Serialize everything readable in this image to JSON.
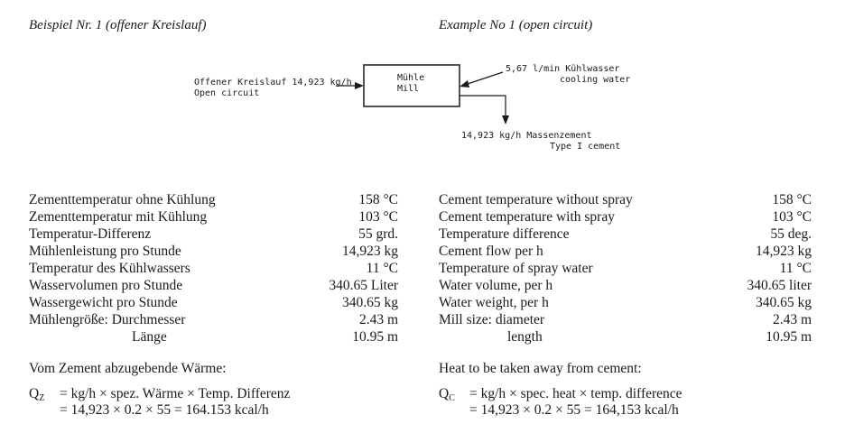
{
  "titles": {
    "de": "Beispiel Nr. 1 (offener Kreislauf)",
    "en": "Example No 1 (open circuit)"
  },
  "diagram": {
    "input_de": "Offener Kreislauf 14,923 kg/h",
    "input_en": "Open circuit",
    "mill_de": "Mühle",
    "mill_en": "Mill",
    "water_de": "5,67 l/min Kühlwasser",
    "water_en": "cooling water",
    "output_de": "14,923 kg/h Massenzement",
    "output_en": "Type I cement"
  },
  "table_de": [
    {
      "label": "Zementtemperatur ohne Kühlung",
      "value": "158 °C"
    },
    {
      "label": "Zementtemperatur mit Kühlung",
      "value": "103 °C"
    },
    {
      "label": "Temperatur-Differenz",
      "value": "55 grd."
    },
    {
      "label": "Mühlenleistung pro Stunde",
      "value": "14,923 kg"
    },
    {
      "label": "Temperatur des Kühlwassers",
      "value": "11 °C"
    },
    {
      "label": "Wasservolumen pro Stunde",
      "value": "340.65 Liter"
    },
    {
      "label": "Wassergewicht pro Stunde",
      "value": "340.65 kg"
    },
    {
      "label": "Mühlengröße: Durchmesser",
      "value": "2.43 m"
    },
    {
      "label": "Länge",
      "value": "10.95 m"
    }
  ],
  "table_en": [
    {
      "label": "Cement temperature without spray",
      "value": "158 °C"
    },
    {
      "label": "Cement temperature with spray",
      "value": "103 °C"
    },
    {
      "label": "Temperature difference",
      "value": "55 deg."
    },
    {
      "label": "Cement flow per h",
      "value": "14,923 kg"
    },
    {
      "label": "Temperature of spray water",
      "value": "11 °C"
    },
    {
      "label": "Water volume, per h",
      "value": "340.65 liter"
    },
    {
      "label": "Water weight, per h",
      "value": "340.65 kg"
    },
    {
      "label": "Mill size: diameter",
      "value": "2.43 m"
    },
    {
      "label": "length",
      "value": "10.95 m"
    }
  ],
  "heat_de": {
    "heading": "Vom Zement abzugebende Wärme:",
    "symbol": "Q",
    "subscript": "Z",
    "formula": "= kg/h × spez. Wärme × Temp. Differenz",
    "result": "= 14,923 × 0.2 × 55 = 164.153 kcal/h"
  },
  "heat_en": {
    "heading": "Heat to be taken away from cement:",
    "symbol": "Q",
    "subscript": "C",
    "formula": "= kg/h × spec. heat × temp. difference",
    "result": "= 14,923 × 0.2 × 55 = 164,153 kcal/h"
  }
}
